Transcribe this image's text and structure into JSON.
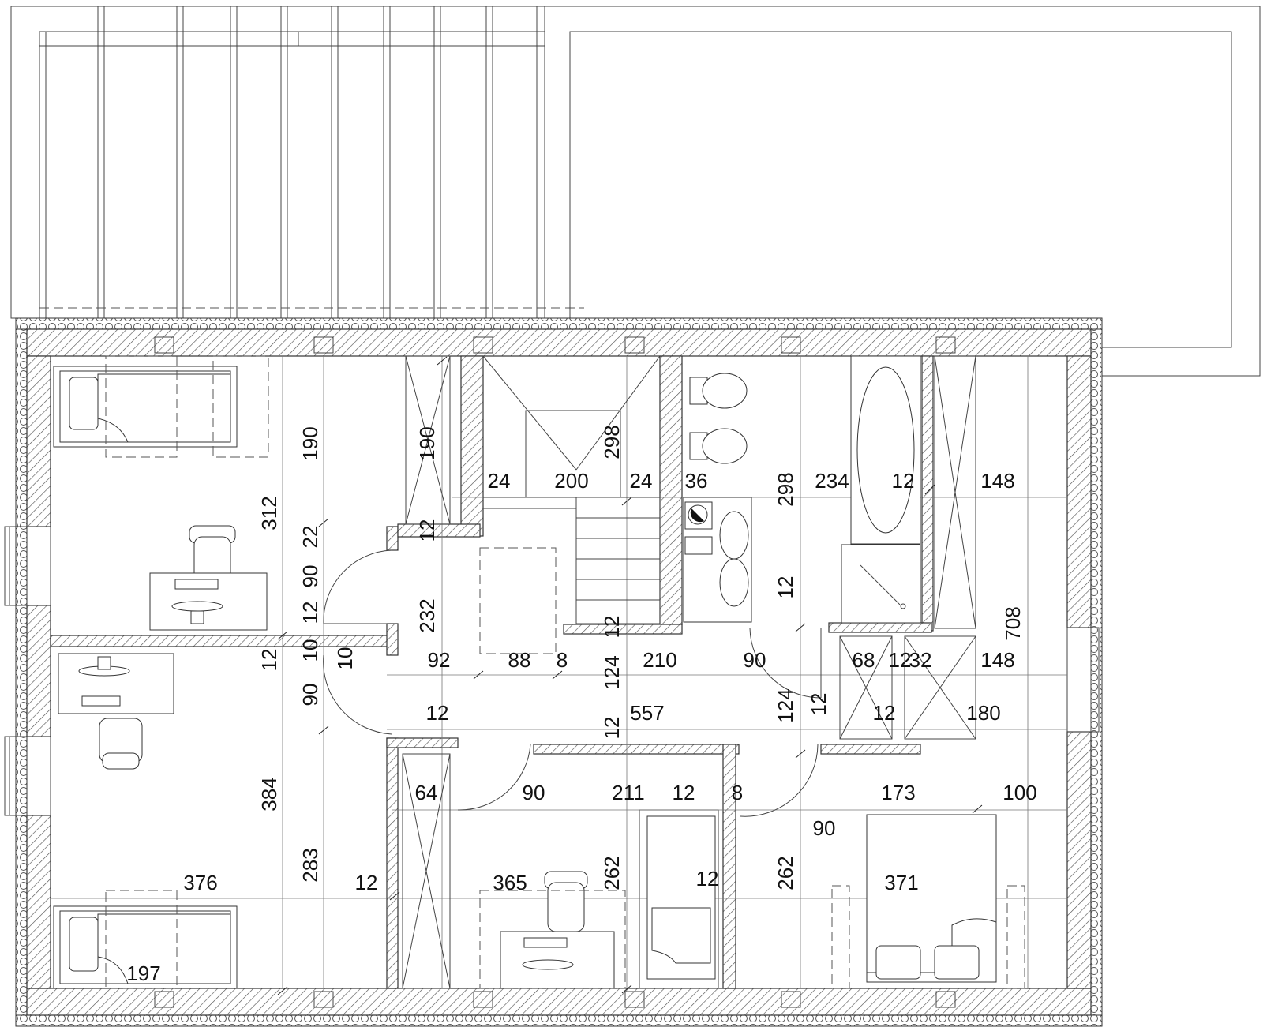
{
  "dimensions": {
    "d190a": "190",
    "d190b": "190",
    "d298a": "298",
    "d298b": "298",
    "d312": "312",
    "d22": "22",
    "d90a": "90",
    "d12a": "12",
    "d10a": "10",
    "d10b": "10",
    "d24a": "24",
    "d200": "200",
    "d24b": "24",
    "d36": "36",
    "d234": "234",
    "d12b": "12",
    "d148a": "148",
    "d12c": "12",
    "d232": "232",
    "d12d": "12",
    "d12e": "12",
    "d708": "708",
    "d92": "92",
    "d88": "88",
    "d8a": "8",
    "d124a": "124",
    "d210": "210",
    "d90b": "90",
    "d68": "68",
    "d12f": "12",
    "d32": "32",
    "d148b": "148",
    "d12g": "12",
    "d90c": "90",
    "d12h": "12",
    "d557": "557",
    "d124b": "124",
    "d12i": "12",
    "d12j": "12",
    "d180": "180",
    "d12k": "12",
    "d384": "384",
    "d64": "64",
    "d90d": "90",
    "d211": "211",
    "d12l": "12",
    "d8b": "8",
    "d173": "173",
    "d100": "100",
    "d90e": "90",
    "d376": "376",
    "d283": "283",
    "d12m": "12",
    "d365": "365",
    "d262a": "262",
    "d12n": "12",
    "d262b": "262",
    "d371": "371",
    "d197": "197"
  }
}
